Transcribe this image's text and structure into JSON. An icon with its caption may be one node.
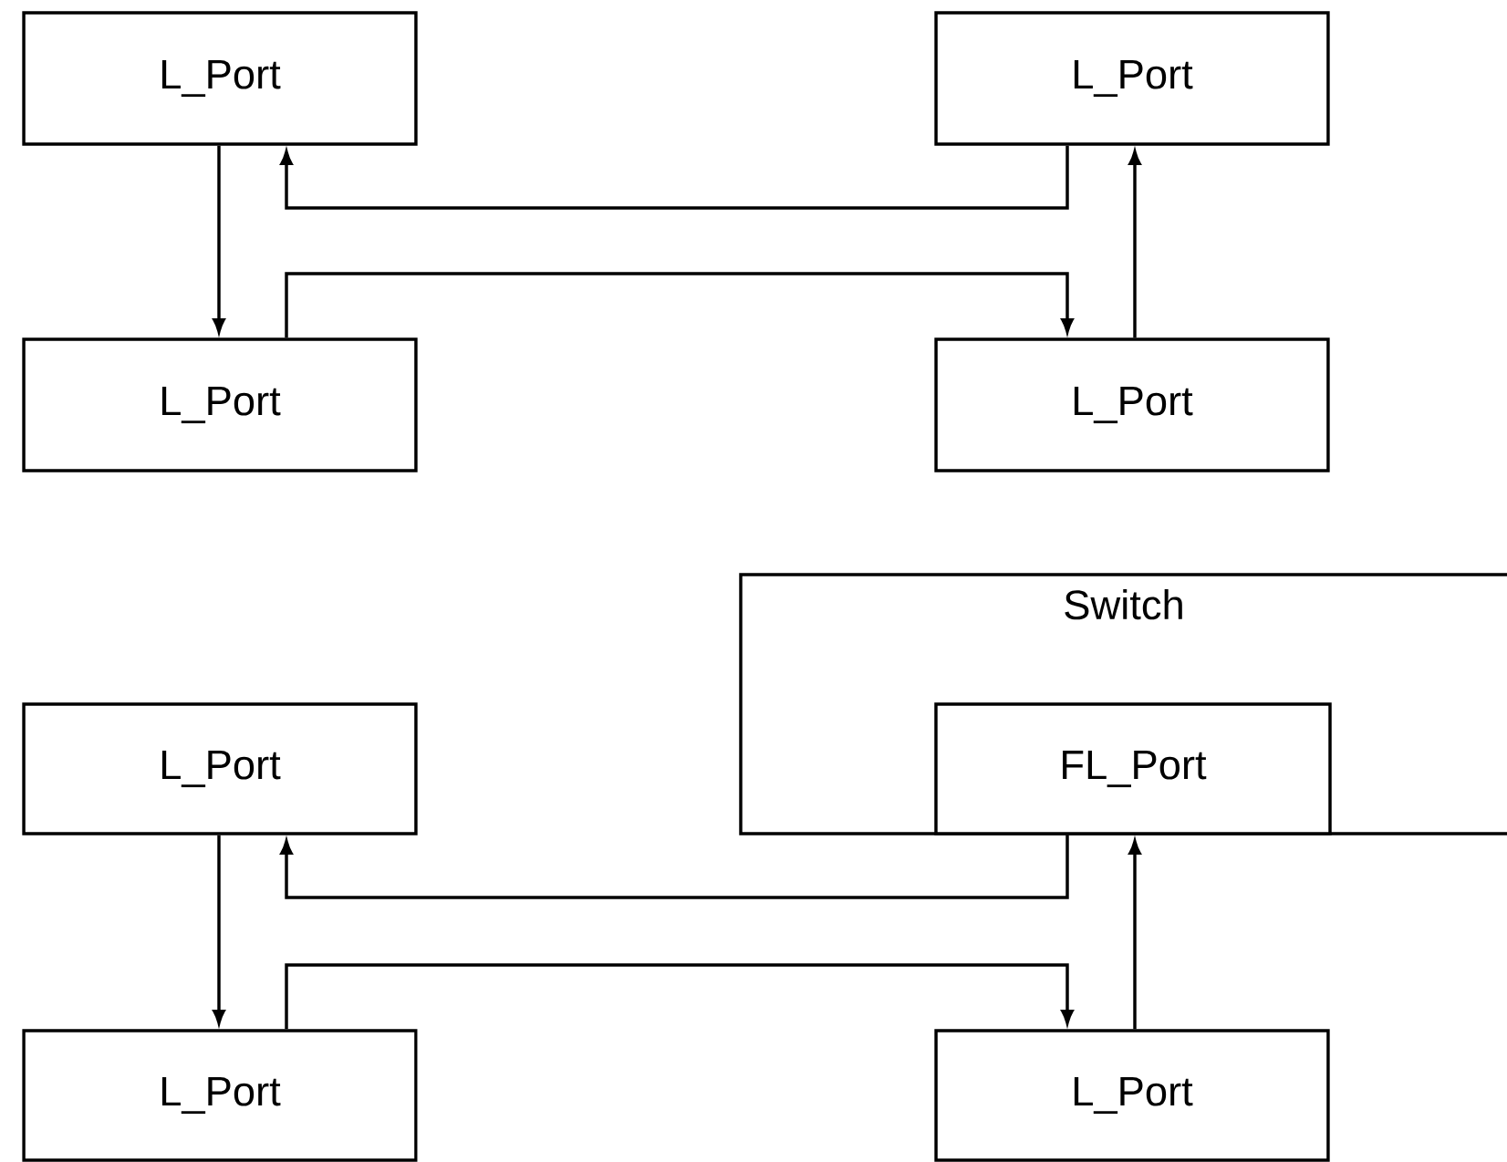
{
  "diagram": {
    "nodes": [
      {
        "text": [
          "L_Port"
        ]
      },
      {
        "text": [
          "L_Port"
        ]
      },
      {
        "text": [
          "L_Port"
        ]
      },
      {
        "text": [
          "L_Port"
        ]
      },
      {
        "text": [
          "Switch"
        ]
      },
      {
        "text": [
          "L_Port"
        ]
      },
      {
        "text": [
          "FL_Port"
        ],
        "in": 4
      },
      {
        "text": [
          "L_Port"
        ]
      },
      {
        "text": [
          "L_Port"
        ]
      }
    ],
    "edges": [
      {
        "from": 0,
        "to": 2,
        "arrow": "to"
      },
      {
        "from": 2,
        "to": 3,
        "arrow": "to"
      },
      {
        "from": 3,
        "to": 1,
        "arrow": "to"
      },
      {
        "from": 1,
        "to": 0,
        "arrow": "to"
      },
      {
        "from": 5,
        "to": 7,
        "arrow": "to"
      },
      {
        "from": 7,
        "to": 8,
        "arrow": "to"
      },
      {
        "from": 8,
        "to": 6,
        "arrow": "to"
      },
      {
        "from": 6,
        "to": 5,
        "arrow": "to"
      }
    ]
  }
}
